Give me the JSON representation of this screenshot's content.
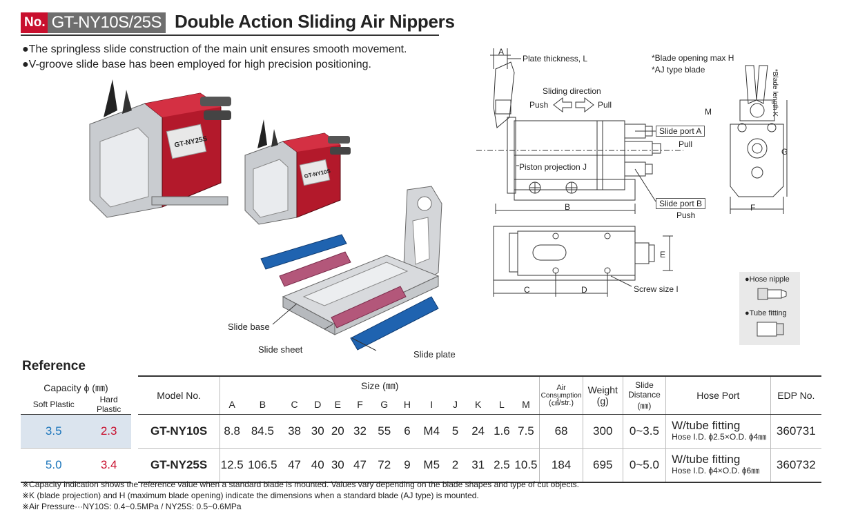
{
  "header": {
    "no_label": "No.",
    "model": "GT-NY10S/25S",
    "title": "Double Action Sliding Air Nippers"
  },
  "features": [
    "●The springless slide construction of the main unit ensures smooth movement.",
    "●V-groove slide base has been employed for high precision positioning."
  ],
  "exploded_labels": {
    "slide_base": "Slide base",
    "slide_sheet": "Slide sheet",
    "slide_plate": "Slide plate"
  },
  "product_labels": {
    "large": "GT-NY25S",
    "small": "GT-NY10S"
  },
  "diagram": {
    "a": "A",
    "plate_thickness": "Plate thickness, L",
    "sliding_direction": "Sliding direction",
    "push": "Push",
    "pull": "Pull",
    "slide_port_a": "Slide port A",
    "pull2": "Pull",
    "piston_projection": "Piston projection J",
    "b": "B",
    "slide_port_b": "Slide port B",
    "push2": "Push",
    "blade_opening": "*Blade opening max H",
    "aj_type": "*AJ type blade",
    "blade_length": "*Blade length K",
    "m": "M",
    "g": "G",
    "f": "F",
    "e": "E",
    "c": "C",
    "d": "D",
    "screw_size": "Screw size I"
  },
  "legend": {
    "hose_nipple": "●Hose nipple",
    "tube_fitting": "●Tube fitting"
  },
  "reference": {
    "heading": "Reference",
    "capacity_header": "Capacity ϕ (㎜)",
    "soft_plastic": "Soft Plastic",
    "hard_plastic": "Hard Plastic",
    "model_no": "Model No.",
    "size_header": "Size (㎜)",
    "size_cols": [
      "A",
      "B",
      "C",
      "D",
      "E",
      "F",
      "G",
      "H",
      "I",
      "J",
      "K",
      "L",
      "M"
    ],
    "air_line1": "Air",
    "air_line2": "Consumption",
    "air_line3": "(㎤/str.)",
    "weight_line1": "Weight",
    "weight_line2": "(g)",
    "slide_dist_line1": "Slide Distance",
    "slide_dist_line2": "(㎜)",
    "hose_port": "Hose Port",
    "edp": "EDP No.",
    "rows": [
      {
        "soft": "3.5",
        "hard": "2.3",
        "model": "GT-NY10S",
        "sizes": [
          "8.8",
          "84.5",
          "38",
          "30",
          "20",
          "32",
          "55",
          "6",
          "M4",
          "5",
          "24",
          "1.6",
          "7.5"
        ],
        "air": "68",
        "weight": "300",
        "slide": "0~3.5",
        "hose_main": "W/tube fitting",
        "hose_sub": "Hose I.D. ϕ2.5×O.D. ϕ4㎜",
        "edp": "360731"
      },
      {
        "soft": "5.0",
        "hard": "3.4",
        "model": "GT-NY25S",
        "sizes": [
          "12.5",
          "106.5",
          "47",
          "40",
          "30",
          "47",
          "72",
          "9",
          "M5",
          "2",
          "31",
          "2.5",
          "10.5"
        ],
        "air": "184",
        "weight": "695",
        "slide": "0~5.0",
        "hose_main": "W/tube fitting",
        "hose_sub": "Hose I.D. ϕ4×O.D. ϕ6㎜",
        "edp": "360732"
      }
    ]
  },
  "notes": [
    "※Capacity indication shows the reference value when a standard blade is mounted. Values vary depending on the blade shapes and type of cut objects.",
    "※K (blade projection) and H (maximum blade opening) indicate the dimensions when a standard blade (AJ type) is mounted.",
    "※Air Pressure···NY10S: 0.4~0.5MPa / NY25S: 0.5~0.6MPa"
  ]
}
